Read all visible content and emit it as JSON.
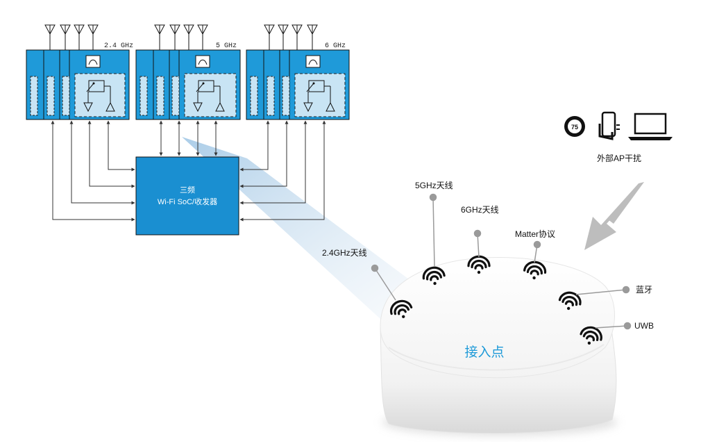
{
  "bands": [
    {
      "id": "b24",
      "label": "2.4 GHz"
    },
    {
      "id": "b5",
      "label": "5 GHz"
    },
    {
      "id": "b6",
      "label": "6 GHz"
    }
  ],
  "soc": {
    "line1": "三频",
    "line2": "Wi-Fi SoC/收发器"
  },
  "interference": {
    "label": "外部AP干扰",
    "meter_value": "75"
  },
  "access_point": {
    "label": "接入点"
  },
  "callouts": {
    "ant_5": "5GHz天线",
    "ant_6": "6GHz天线",
    "matter": "Matter协议",
    "ant_24": "2.4GHz天线",
    "bluetooth": "蓝牙",
    "uwb": "UWB"
  },
  "colors": {
    "module_blue": "#1f9ad9",
    "inner_panel": "#c8e4f4",
    "soc_blue": "#1a8fd1",
    "ap_label": "#1e9ad8",
    "arrow_gray": "#bdbdbd",
    "beam": "#bcd6ea"
  }
}
